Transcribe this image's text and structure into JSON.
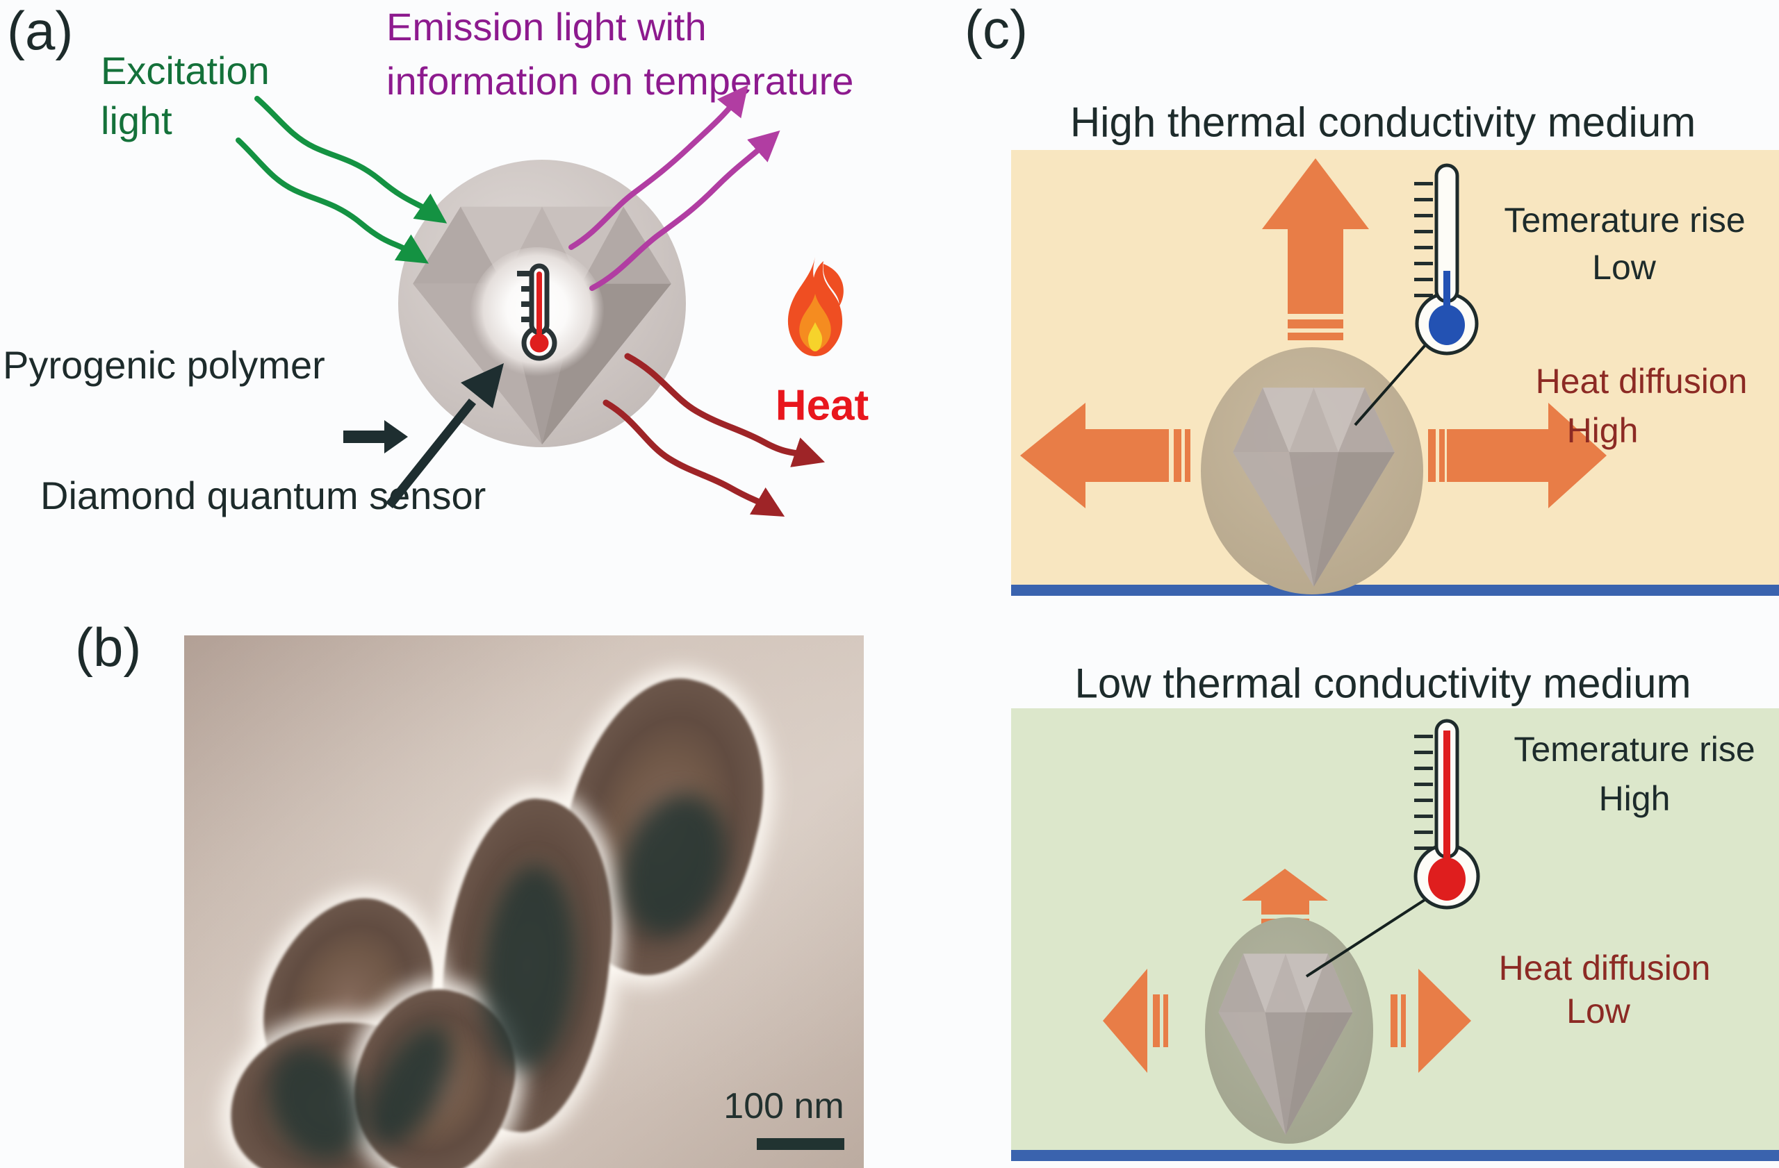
{
  "panel_a": {
    "label": "(a)",
    "excitation_line1": "Excitation",
    "excitation_line2": "light",
    "emission_line1": "Emission light with",
    "emission_line2": "information on temperature",
    "pyrogenic_label": "Pyrogenic polymer",
    "sensor_label": "Diamond quantum sensor",
    "heat_label": "Heat",
    "icons": [
      "polymer-sphere",
      "diamond-gem",
      "thermometer",
      "flame",
      "wavy-light-arrows"
    ]
  },
  "panel_b": {
    "label": "(b)",
    "image_type": "TEM micrograph of diamond nanoparticles",
    "scale_text": "100 nm"
  },
  "panel_c": {
    "label": "(c)",
    "high": {
      "title": "High thermal conductivity medium",
      "temp_rise": "Temerature rise",
      "temp_level": "Low",
      "diffusion": "Heat diffusion",
      "diffusion_level": "High"
    },
    "low": {
      "title": "Low thermal conductivity medium",
      "temp_rise": "Temerature rise",
      "temp_level": "High",
      "diffusion": "Heat diffusion",
      "diffusion_level": "Low"
    }
  },
  "colors": {
    "excitation_green_text": "#14713a",
    "green_arrow": "#149242",
    "emission_purple_text": "#8d1a8e",
    "magenta_arrow": "#b13da2",
    "heat_text_red": "#e8161d",
    "dark_red_arrow": "#9e2427",
    "ink": "#1d2b2b",
    "maroon_text": "#8c2a24",
    "tan_panel_bg": "#f8e6c0",
    "green_panel_bg": "#dce7cb",
    "blue_bar": "#3a63ae",
    "orange_arrow": "#e87d47",
    "thermometer_blue": "#2352b3",
    "thermometer_red": "#df1e1e"
  }
}
